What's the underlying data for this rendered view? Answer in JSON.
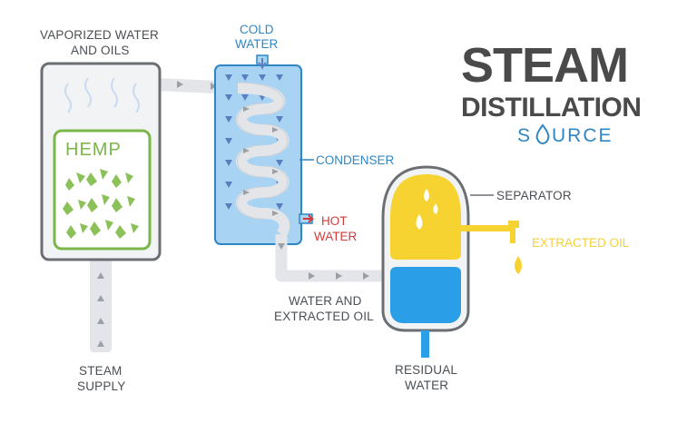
{
  "title": {
    "main": "STEAM",
    "sub": "DISTILLATION"
  },
  "brand": {
    "name": "SOURCE",
    "name_prefix": "S",
    "name_suffix": "URCE"
  },
  "labels": {
    "vapor_line1": "VAPORIZED WATER",
    "vapor_line2": "AND OILS",
    "cold_line1": "COLD",
    "cold_line2": "WATER",
    "condenser": "CONDENSER",
    "hot_line1": "HOT",
    "hot_line2": "WATER",
    "separator": "SEPARATOR",
    "extracted_oil": "EXTRACTED OIL",
    "water_oil_line1": "WATER AND",
    "water_oil_line2": "EXTRACTED OIL",
    "residual_line1": "RESIDUAL",
    "residual_line2": "WATER",
    "steam_line1": "STEAM",
    "steam_line2": "SUPPLY",
    "hemp": "HEMP"
  },
  "colors": {
    "pipe": "#e3e5e8",
    "outline": "#6b6f73",
    "condenser_fill": "#a9d3f2",
    "condenser_stroke": "#2f86c4",
    "oil": "#f7d332",
    "water": "#2a9ee6",
    "hemp": "#7ab648",
    "hot": "#d23b3b",
    "title": "#4a4a4a"
  }
}
